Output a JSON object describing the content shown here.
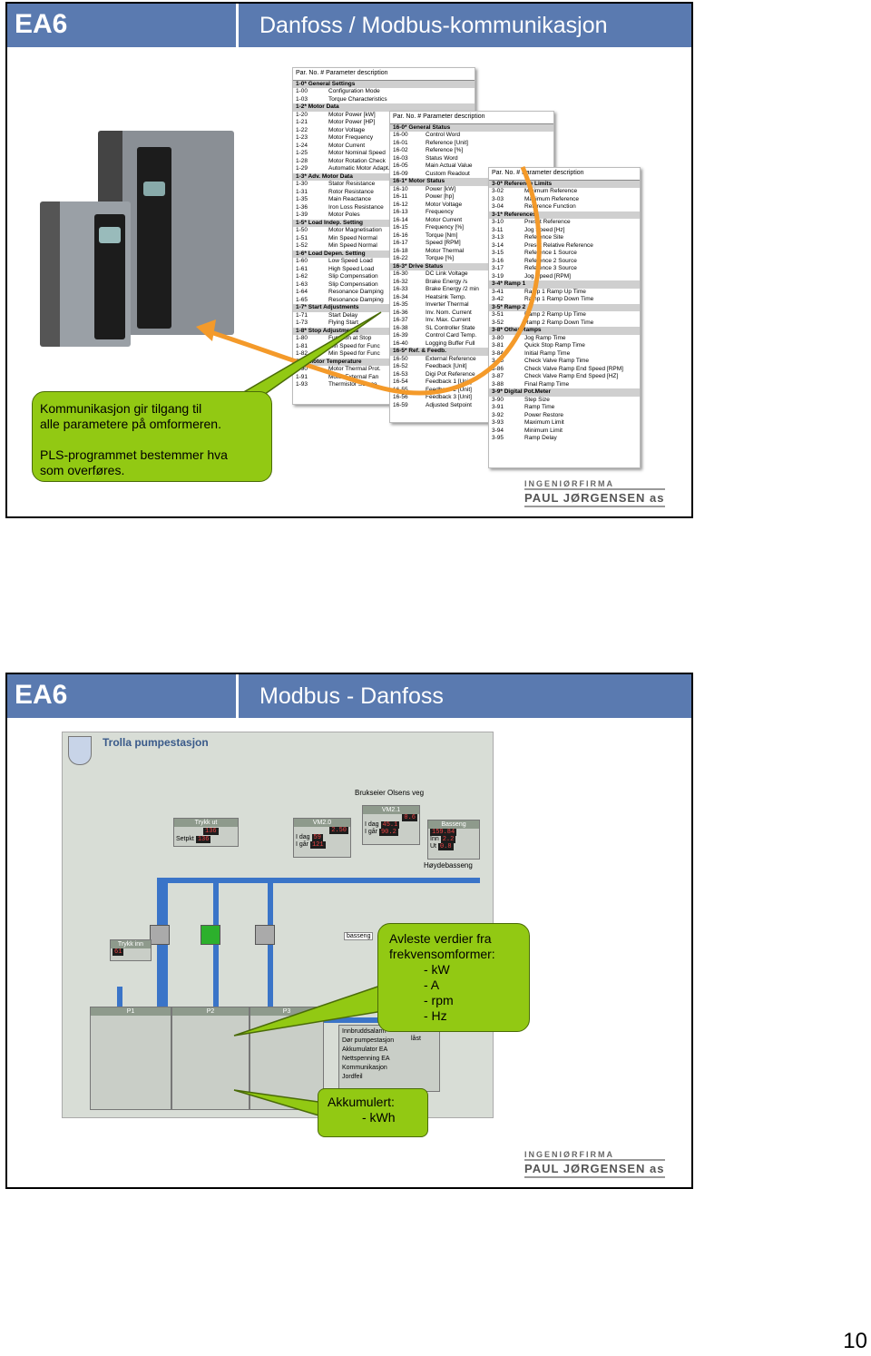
{
  "slide1": {
    "code": "EA6",
    "title": "Danfoss / Modbus-kommunikasjon",
    "bubble_line1": "Kommunikasjon gir tilgang til",
    "bubble_line2": "alle parametere på omformeren.",
    "bubble_line3": "PLS-programmet bestemmer hva",
    "bubble_line4": "som overføres.",
    "logo_top": "INGENIØRFIRMA",
    "logo_bottom": "PAUL JØRGENSEN as",
    "sheet_header": "Par. No. #   Parameter description",
    "sheet1": [
      [
        "1-0* General Settings",
        ""
      ],
      [
        "1-00",
        "Configuration Mode"
      ],
      [
        "1-03",
        "Torque Characteristics"
      ],
      [
        "1-2* Motor Data",
        ""
      ],
      [
        "1-20",
        "Motor Power [kW]"
      ],
      [
        "1-21",
        "Motor Power [HP]"
      ],
      [
        "1-22",
        "Motor Voltage"
      ],
      [
        "1-23",
        "Motor Frequency"
      ],
      [
        "1-24",
        "Motor Current"
      ],
      [
        "1-25",
        "Motor Nominal Speed"
      ],
      [
        "1-28",
        "Motor Rotation Check"
      ],
      [
        "1-29",
        "Automatic Motor Adapt."
      ],
      [
        "1-3* Adv. Motor Data",
        ""
      ],
      [
        "1-30",
        "Stator Resistance"
      ],
      [
        "1-31",
        "Rotor Resistance"
      ],
      [
        "1-35",
        "Main Reactance"
      ],
      [
        "1-36",
        "Iron Loss Resistance"
      ],
      [
        "1-39",
        "Motor Poles"
      ],
      [
        "1-5* Load Indep. Setting",
        ""
      ],
      [
        "1-50",
        "Motor Magnetisation"
      ],
      [
        "1-51",
        "Min Speed Normal"
      ],
      [
        "1-52",
        "Min Speed Normal"
      ],
      [
        "1-6* Load Depen. Setting",
        ""
      ],
      [
        "1-60",
        "Low Speed Load"
      ],
      [
        "1-61",
        "High Speed Load"
      ],
      [
        "1-62",
        "Slip Compensation"
      ],
      [
        "1-63",
        "Slip Compensation"
      ],
      [
        "1-64",
        "Resonance Damping"
      ],
      [
        "1-65",
        "Resonance Damping"
      ],
      [
        "1-7* Start Adjustments",
        ""
      ],
      [
        "1-71",
        "Start Delay"
      ],
      [
        "1-73",
        "Flying Start"
      ],
      [
        "1-8* Stop Adjustments",
        ""
      ],
      [
        "1-80",
        "Function at Stop"
      ],
      [
        "1-81",
        "Min Speed for Func"
      ],
      [
        "1-82",
        "Min Speed for Func"
      ],
      [
        "1-9* Motor Temperature",
        ""
      ],
      [
        "1-90",
        "Motor Thermal Prot."
      ],
      [
        "1-91",
        "Motor External Fan"
      ],
      [
        "1-93",
        "Thermistor Source"
      ]
    ],
    "sheet2": [
      [
        "16-0* General Status",
        ""
      ],
      [
        "16-00",
        "Control Word"
      ],
      [
        "16-01",
        "Reference [Unit]"
      ],
      [
        "16-02",
        "Reference [%]"
      ],
      [
        "16-03",
        "Status Word"
      ],
      [
        "16-05",
        "Main Actual Value"
      ],
      [
        "16-09",
        "Custom Readout"
      ],
      [
        "16-1* Motor Status",
        ""
      ],
      [
        "16-10",
        "Power [kW]"
      ],
      [
        "16-11",
        "Power [hp]"
      ],
      [
        "16-12",
        "Motor Voltage"
      ],
      [
        "16-13",
        "Frequency"
      ],
      [
        "16-14",
        "Motor Current"
      ],
      [
        "16-15",
        "Frequency [%]"
      ],
      [
        "16-16",
        "Torque [Nm]"
      ],
      [
        "16-17",
        "Speed [RPM]"
      ],
      [
        "16-18",
        "Motor Thermal"
      ],
      [
        "16-22",
        "Torque [%]"
      ],
      [
        "16-3* Drive Status",
        ""
      ],
      [
        "16-30",
        "DC Link Voltage"
      ],
      [
        "16-32",
        "Brake Energy /s"
      ],
      [
        "16-33",
        "Brake Energy /2 min"
      ],
      [
        "16-34",
        "Heatsink Temp."
      ],
      [
        "16-35",
        "Inverter Thermal"
      ],
      [
        "16-36",
        "Inv. Nom. Current"
      ],
      [
        "16-37",
        "Inv. Max. Current"
      ],
      [
        "16-38",
        "SL Controller State"
      ],
      [
        "16-39",
        "Control Card Temp."
      ],
      [
        "16-40",
        "Logging Buffer Full"
      ],
      [
        "16-5* Ref. & Feedb.",
        ""
      ],
      [
        "16-50",
        "External Reference"
      ],
      [
        "16-52",
        "Feedback [Unit]"
      ],
      [
        "16-53",
        "Digi Pot Reference"
      ],
      [
        "16-54",
        "Feedback 1 [Unit]"
      ],
      [
        "16-55",
        "Feedback 2 [Unit]"
      ],
      [
        "16-56",
        "Feedback 3 [Unit]"
      ],
      [
        "16-59",
        "Adjusted Setpoint"
      ]
    ],
    "sheet3": [
      [
        "3-0* Reference Limits",
        ""
      ],
      [
        "3-02",
        "Minimum Reference"
      ],
      [
        "3-03",
        "Maximum Reference"
      ],
      [
        "3-04",
        "Reference Function"
      ],
      [
        "3-1* References",
        ""
      ],
      [
        "3-10",
        "Preset Reference"
      ],
      [
        "3-11",
        "Jog Speed [Hz]"
      ],
      [
        "3-13",
        "Reference Site"
      ],
      [
        "3-14",
        "Preset Relative Reference"
      ],
      [
        "3-15",
        "Reference 1 Source"
      ],
      [
        "3-16",
        "Reference 2 Source"
      ],
      [
        "3-17",
        "Reference 3 Source"
      ],
      [
        "3-19",
        "Jog Speed [RPM]"
      ],
      [
        "3-4* Ramp 1",
        ""
      ],
      [
        "3-41",
        "Ramp 1 Ramp Up Time"
      ],
      [
        "3-42",
        "Ramp 1 Ramp Down Time"
      ],
      [
        "3-5* Ramp 2",
        ""
      ],
      [
        "3-51",
        "Ramp 2 Ramp Up Time"
      ],
      [
        "3-52",
        "Ramp 2 Ramp Down Time"
      ],
      [
        "3-8* Other Ramps",
        ""
      ],
      [
        "3-80",
        "Jog Ramp Time"
      ],
      [
        "3-81",
        "Quick Stop Ramp Time"
      ],
      [
        "3-84",
        "Initial Ramp Time"
      ],
      [
        "3-85",
        "Check Valve Ramp Time"
      ],
      [
        "3-86",
        "Check Valve Ramp End Speed [RPM]"
      ],
      [
        "3-87",
        "Check Valve Ramp End Speed [HZ]"
      ],
      [
        "3-88",
        "Final Ramp Time"
      ],
      [
        "3-9* Digital Pot.Meter",
        ""
      ],
      [
        "3-90",
        "Step Size"
      ],
      [
        "3-91",
        "Ramp Time"
      ],
      [
        "3-92",
        "Power Restore"
      ],
      [
        "3-93",
        "Maximum Limit"
      ],
      [
        "3-94",
        "Minimum Limit"
      ],
      [
        "3-95",
        "Ramp Delay"
      ]
    ]
  },
  "slide2": {
    "code": "EA6",
    "title": "Modbus - Danfoss",
    "scada_title": "Trolla pumpestasjon",
    "brukseier": "Brukseier Olsens veg",
    "hoydebasseng": "Høydebasseng",
    "trykk_ut": "Trykk ut",
    "trykk_val": "136",
    "setpkt_label": "Setpkt",
    "setpkt_val": "136",
    "vm20": "VM2.0",
    "vm20_vals": [
      "2.50",
      "59",
      "121"
    ],
    "vm21": "VM2.1",
    "vm21_vals": [
      "0.6",
      "45.1",
      "90.2"
    ],
    "idag": "I dag",
    "igar": "I går",
    "basseng": "Basseng",
    "basseng_vals": [
      "159.84",
      "2.2",
      "0.8"
    ],
    "inn": "Inn",
    "ut": "Ut",
    "trykk_inn": "Trykk inn",
    "trykk_inn_val": "61",
    "basseng_small": "basseng",
    "pumps": [
      "P1",
      "P2",
      "P3"
    ],
    "alarms": [
      "Innbruddsalarm",
      "Dør pumpestasjon",
      "Akkumulator EA",
      "Nettspenning EA",
      "Kommunikasjon",
      "Jordfeil"
    ],
    "last": "låst",
    "bubble2_lines": [
      "Avleste verdier fra",
      "frekvensomformer:",
      "- kW",
      "- A",
      "- rpm",
      "- Hz"
    ],
    "bubble3_lines": [
      "Akkumulert:",
      "- kWh"
    ],
    "logo_top": "INGENIØRFIRMA",
    "logo_bottom": "PAUL JØRGENSEN as"
  },
  "page_number": "10"
}
